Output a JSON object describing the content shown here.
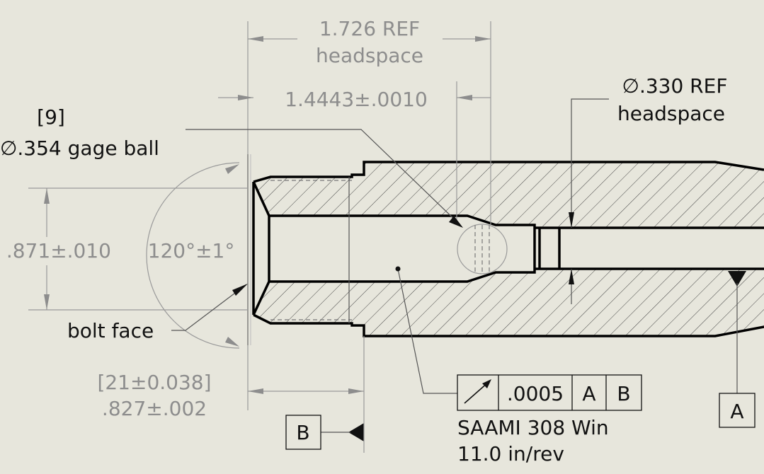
{
  "dimensions": {
    "headspace_ref_value": "1.726 REF",
    "headspace_ref_note": "headspace",
    "gage_length": "1.4443±.0010",
    "neck_diameter_ref_value": "∅.330 REF",
    "neck_diameter_ref_note": "headspace",
    "gage_ball_bracket": "[9]",
    "gage_ball": "∅.354 gage ball",
    "bore_diameter": ".871±.010",
    "chamfer_angle": "120°±1°",
    "bolt_face": "bolt face",
    "thread_length_metric": "[21±0.038]",
    "thread_length": ".827±.002"
  },
  "gdt_frame": {
    "tolerance": ".0005",
    "datum_primary": "A",
    "datum_secondary": "B"
  },
  "notes": {
    "chamber": "SAAMI 308 Win",
    "twist": "11.0 in/rev"
  },
  "datums": {
    "a": "A",
    "b": "B"
  },
  "colors": {
    "background": "#e7e6dc",
    "outline": "#000000",
    "dimension_text": "#8d8d8d"
  }
}
